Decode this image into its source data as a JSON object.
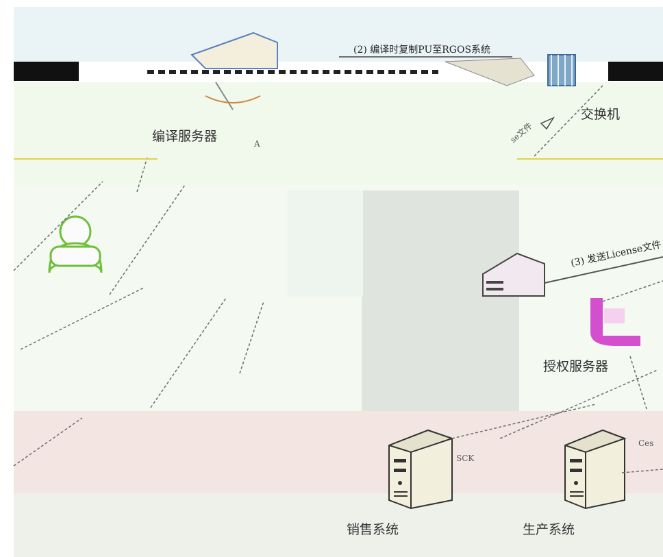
{
  "diagram": {
    "labels": {
      "compile_server": "编译服务器",
      "switch": "交换机",
      "auth_server": "授权服务器",
      "sales_system": "销售系统",
      "production_system": "生产系统",
      "step2": "(2) 编译时复制PU至RGOS系统",
      "step3": "(3) 发送License文件",
      "license_file_fragment": "se文件",
      "sck_fragment": "SCK",
      "letter_a": "A",
      "right_edge_fragment": "Ces"
    },
    "colors": {
      "background_top": "#eef6f6",
      "background_mid": "#f3f8ee",
      "background_bottom": "#f4e6e2",
      "dashed_link": "#6b6b6b",
      "user_outline": "#6fbf3a",
      "server_body": "#f2efdd",
      "auth_accent": "#c23fbf"
    },
    "icons": [
      "user-icon",
      "server-icon",
      "switch-icon",
      "compile-server-icon",
      "auth-server-icon"
    ]
  }
}
